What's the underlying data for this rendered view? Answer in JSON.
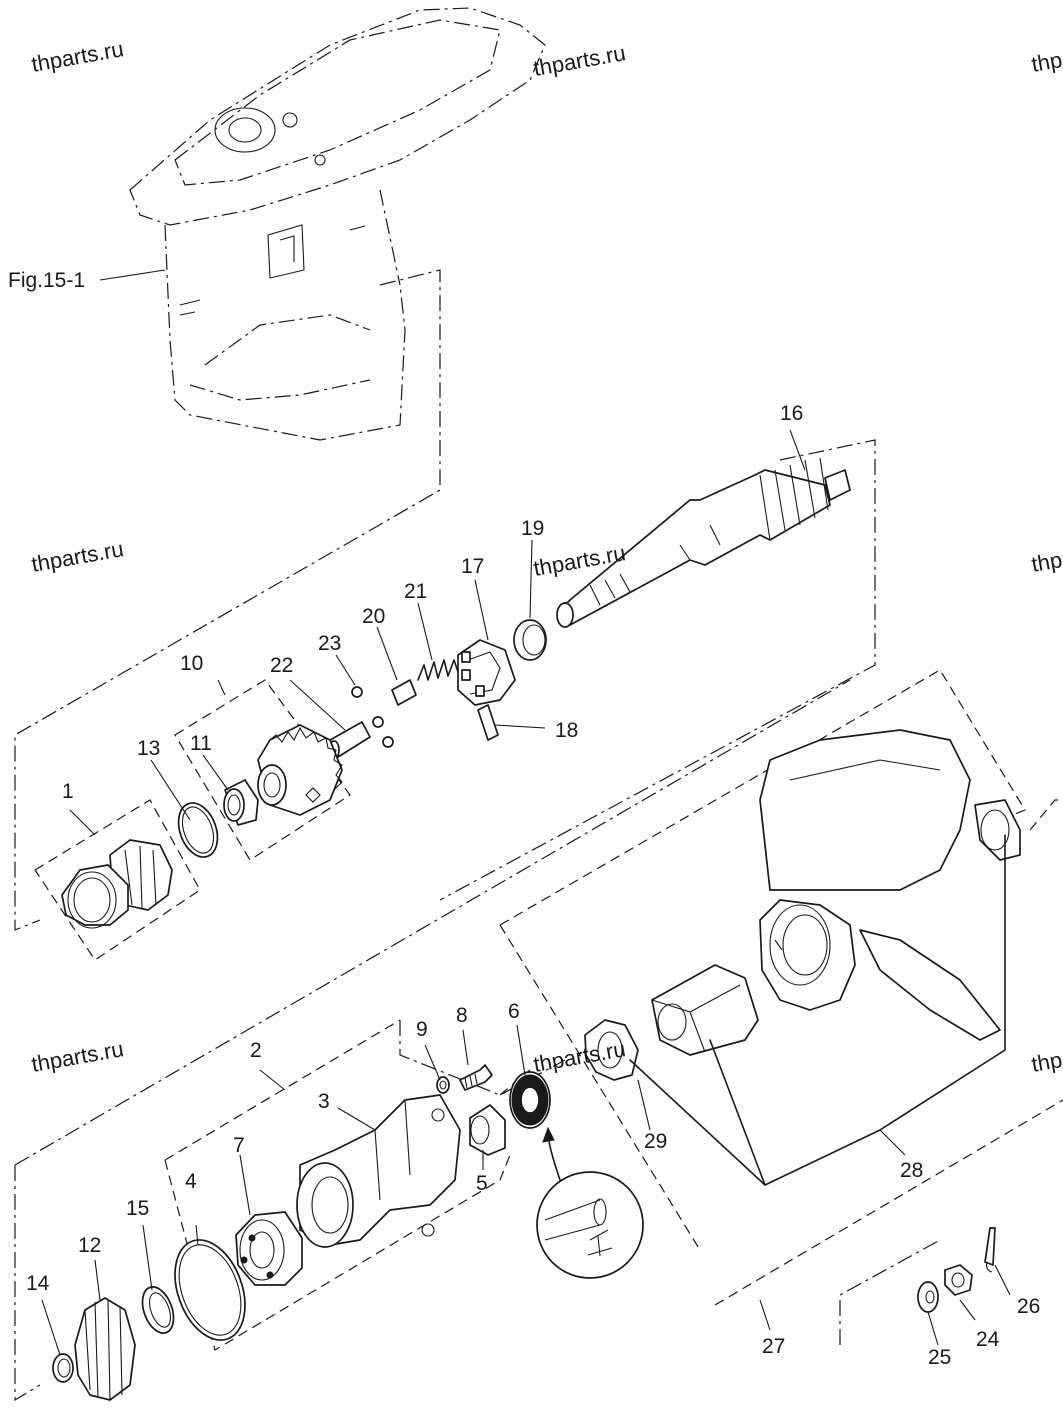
{
  "figure_ref": "Fig.15-1",
  "watermarks": [
    "thparts.ru",
    "thparts.ru",
    "thparts.ru",
    "thparts.ru",
    "thparts.ru",
    "thparts.ru",
    "thp",
    "thp",
    "thp"
  ],
  "callouts": [
    "1",
    "2",
    "3",
    "4",
    "5",
    "6",
    "7",
    "8",
    "9",
    "10",
    "11",
    "12",
    "13",
    "14",
    "15",
    "16",
    "17",
    "18",
    "19",
    "20",
    "21",
    "22",
    "23",
    "24",
    "25",
    "26",
    "27",
    "28",
    "29"
  ]
}
